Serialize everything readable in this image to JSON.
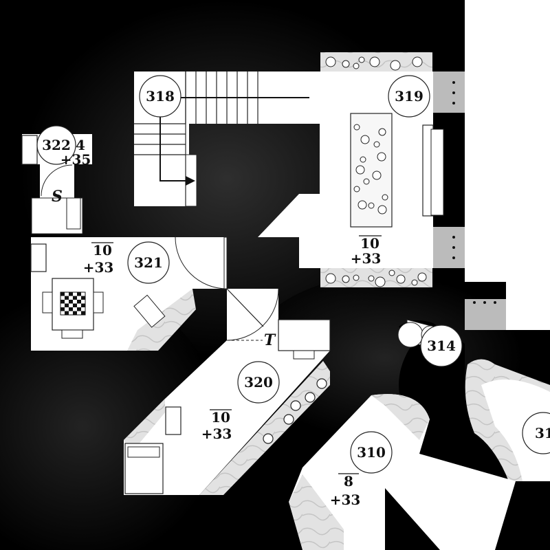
{
  "map": {
    "rooms": [
      {
        "id": "318",
        "label": "318"
      },
      {
        "id": "319",
        "label": "319"
      },
      {
        "id": "320",
        "label": "320"
      },
      {
        "id": "321",
        "label": "321"
      },
      {
        "id": "322",
        "label": "322"
      },
      {
        "id": "314",
        "label": "314"
      },
      {
        "id": "310",
        "label": "310"
      },
      {
        "id": "31x",
        "label": "31"
      }
    ],
    "elevations": [
      {
        "id": "e319",
        "top": "10",
        "bottom": "+33"
      },
      {
        "id": "e321",
        "top": "10",
        "bottom": "+33"
      },
      {
        "id": "e320",
        "top": "10",
        "bottom": "+33"
      },
      {
        "id": "e310",
        "top": "8",
        "bottom": "+33"
      },
      {
        "id": "e322",
        "top": "4",
        "bottom": "+35"
      }
    ],
    "markers": {
      "secret_door": "S",
      "trap": "T"
    },
    "colors": {
      "background": "#000000",
      "floor": "#ffffff",
      "marble": "#d9d9d9",
      "stone": "#bdbdbd"
    }
  }
}
